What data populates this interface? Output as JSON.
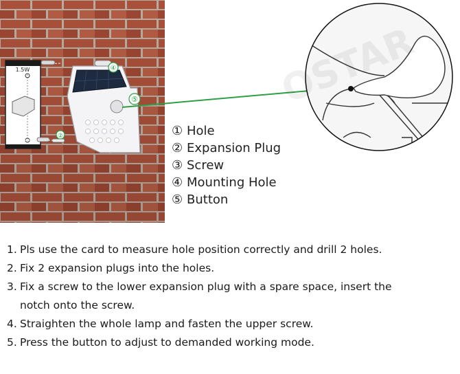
{
  "card_label": "1.5W",
  "watermark": "OSTAR",
  "callouts": {
    "c2": "②",
    "c4": "④",
    "c5": "⑤"
  },
  "legend": [
    {
      "num": "①",
      "label": "Hole"
    },
    {
      "num": "②",
      "label": "Expansion Plug"
    },
    {
      "num": "③",
      "label": "Screw"
    },
    {
      "num": "④",
      "label": "Mounting Hole"
    },
    {
      "num": "⑤",
      "label": "Button"
    }
  ],
  "steps": [
    {
      "num": "1.",
      "text": "Pls use the  card to measure hole position correctly and drill 2 holes.",
      "cont": ""
    },
    {
      "num": "2.",
      "text": "Fix 2 expansion plugs into the holes.",
      "cont": ""
    },
    {
      "num": "3.",
      "text": "Fix a screw to the lower expansion plug with a spare space, insert the",
      "cont": "notch onto the screw."
    },
    {
      "num": "4.",
      "text": "Straighten the whole lamp and fasten the upper screw.",
      "cont": ""
    },
    {
      "num": "5.",
      "text": "Press the button to adjust to demanded working mode.",
      "cont": ""
    }
  ],
  "colors": {
    "brick": "#a9503a",
    "mortar": "#b8aca0",
    "arrow": "#2f9e44",
    "lamp": "#f4f4f6",
    "panel": "#1d2a40"
  }
}
